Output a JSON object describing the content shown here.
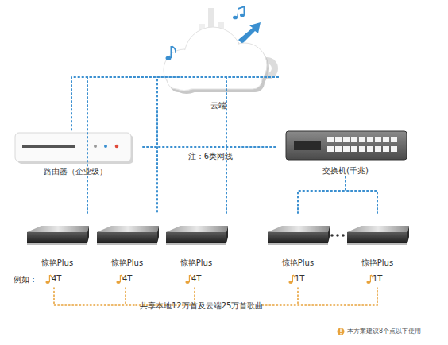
{
  "diagram": {
    "nodes": [
      {
        "text": [
          "云端"
        ]
      },
      {
        "text": [
          "路由器（企业级）"
        ]
      },
      {
        "text": [
          "交换机(千兆)"
        ]
      },
      {
        "text": [
          "惊艳Plus"
        ]
      },
      {
        "text": [
          "惊艳Plus"
        ]
      },
      {
        "text": [
          "惊艳Plus"
        ]
      },
      {
        "text": [
          "惊艳Plus"
        ]
      },
      {
        "text": [
          "惊艳Plus"
        ]
      }
    ],
    "edges": [
      {
        "from": 0,
        "to": 1,
        "arrow": "none"
      },
      {
        "from": 1,
        "to": 2,
        "arrow": "none",
        "label": "注：6类网线"
      },
      {
        "from": 2,
        "to": 3,
        "arrow": "none"
      },
      {
        "from": 2,
        "to": 4,
        "arrow": "none"
      },
      {
        "from": 2,
        "to": 5,
        "arrow": "none"
      },
      {
        "from": 2,
        "to": 6,
        "arrow": "none"
      },
      {
        "from": 2,
        "to": 7,
        "arrow": "none"
      }
    ],
    "labels": [
      "例如：",
      "4T",
      "4T",
      "4T",
      "1T",
      "1T",
      "共享本地12万首及云端25万首歌曲",
      "本方案建议8个点以下使用"
    ]
  }
}
